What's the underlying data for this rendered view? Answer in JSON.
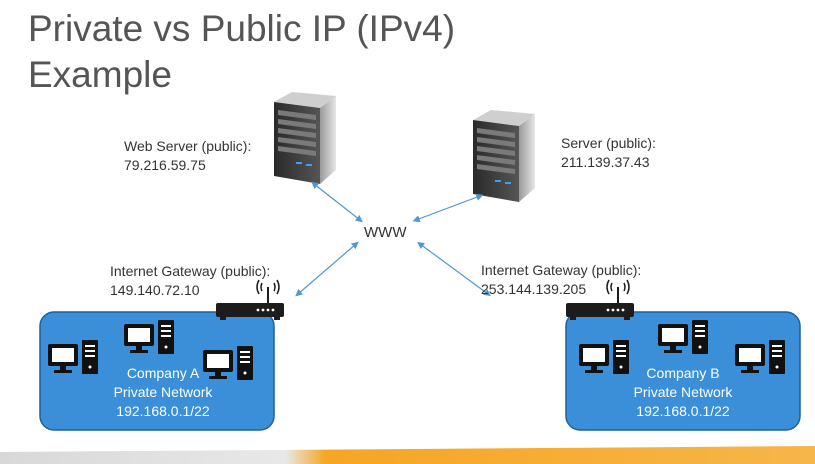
{
  "title": {
    "line1": "Private vs Public IP (IPv4)",
    "line2": "Example"
  },
  "web_server": {
    "label": "Web Server (public):",
    "ip": "79.216.59.75"
  },
  "server": {
    "label": "Server (public):",
    "ip": "211.139.37.43"
  },
  "internet": {
    "label": "WWW"
  },
  "gateway_a": {
    "label": "Internet Gateway (public):",
    "ip": "149.140.72.10"
  },
  "gateway_b": {
    "label": "Internet Gateway (public):",
    "ip": "253.144.139.205"
  },
  "network_a": {
    "name": "Company A",
    "type": "Private Network",
    "cidr": "192.168.0.1/22"
  },
  "network_b": {
    "name": "Company B",
    "type": "Private Network",
    "cidr": "192.168.0.1/22"
  },
  "colors": {
    "network_fill": "#3a8fd8",
    "network_stroke": "#1f5f9a",
    "arrow": "#4f97cf",
    "title": "#555555",
    "footer_orange": "#f5a623",
    "footer_grey": "#d8d8d8"
  },
  "icons": [
    "server-icon",
    "router-icon",
    "computer-icon"
  ]
}
